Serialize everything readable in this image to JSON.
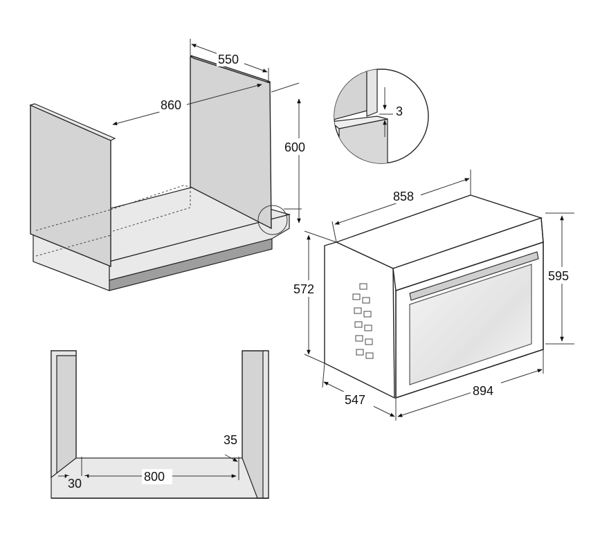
{
  "dimensions": {
    "cabinet_depth": "550",
    "cabinet_width": "860",
    "cabinet_height": "600",
    "gap_detail": "3",
    "oven_top_width": "858",
    "oven_side_height": "572",
    "oven_front_height": "595",
    "oven_depth": "547",
    "oven_front_width": "894",
    "niche_side_inset": "35",
    "niche_inner_width": "800",
    "niche_left_inset": "30"
  },
  "colors": {
    "panel": "#d4d4d4",
    "panel_light": "#e9e9e9",
    "panel_dark": "#9e9e9e",
    "line": "#222222"
  }
}
